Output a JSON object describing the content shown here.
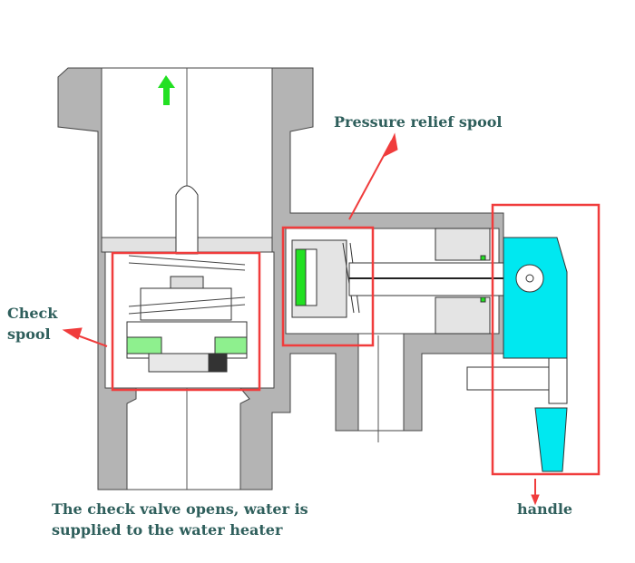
{
  "labels": {
    "pressure_relief": "Pressure relief spool",
    "check_line1": "Check",
    "check_line2": "spool",
    "handle": "handle",
    "caption_line1": "The check valve opens, water is",
    "caption_line2": "supplied to the water heater"
  },
  "colors": {
    "body": "#b4b4b4",
    "seal_green": "#22e022",
    "check_seal": "#8ef08e",
    "handle_cyan": "#00e8f0",
    "highlight_red": "#f03c3c",
    "text": "#2f5f5c",
    "flow_arrow": "#22e022"
  }
}
